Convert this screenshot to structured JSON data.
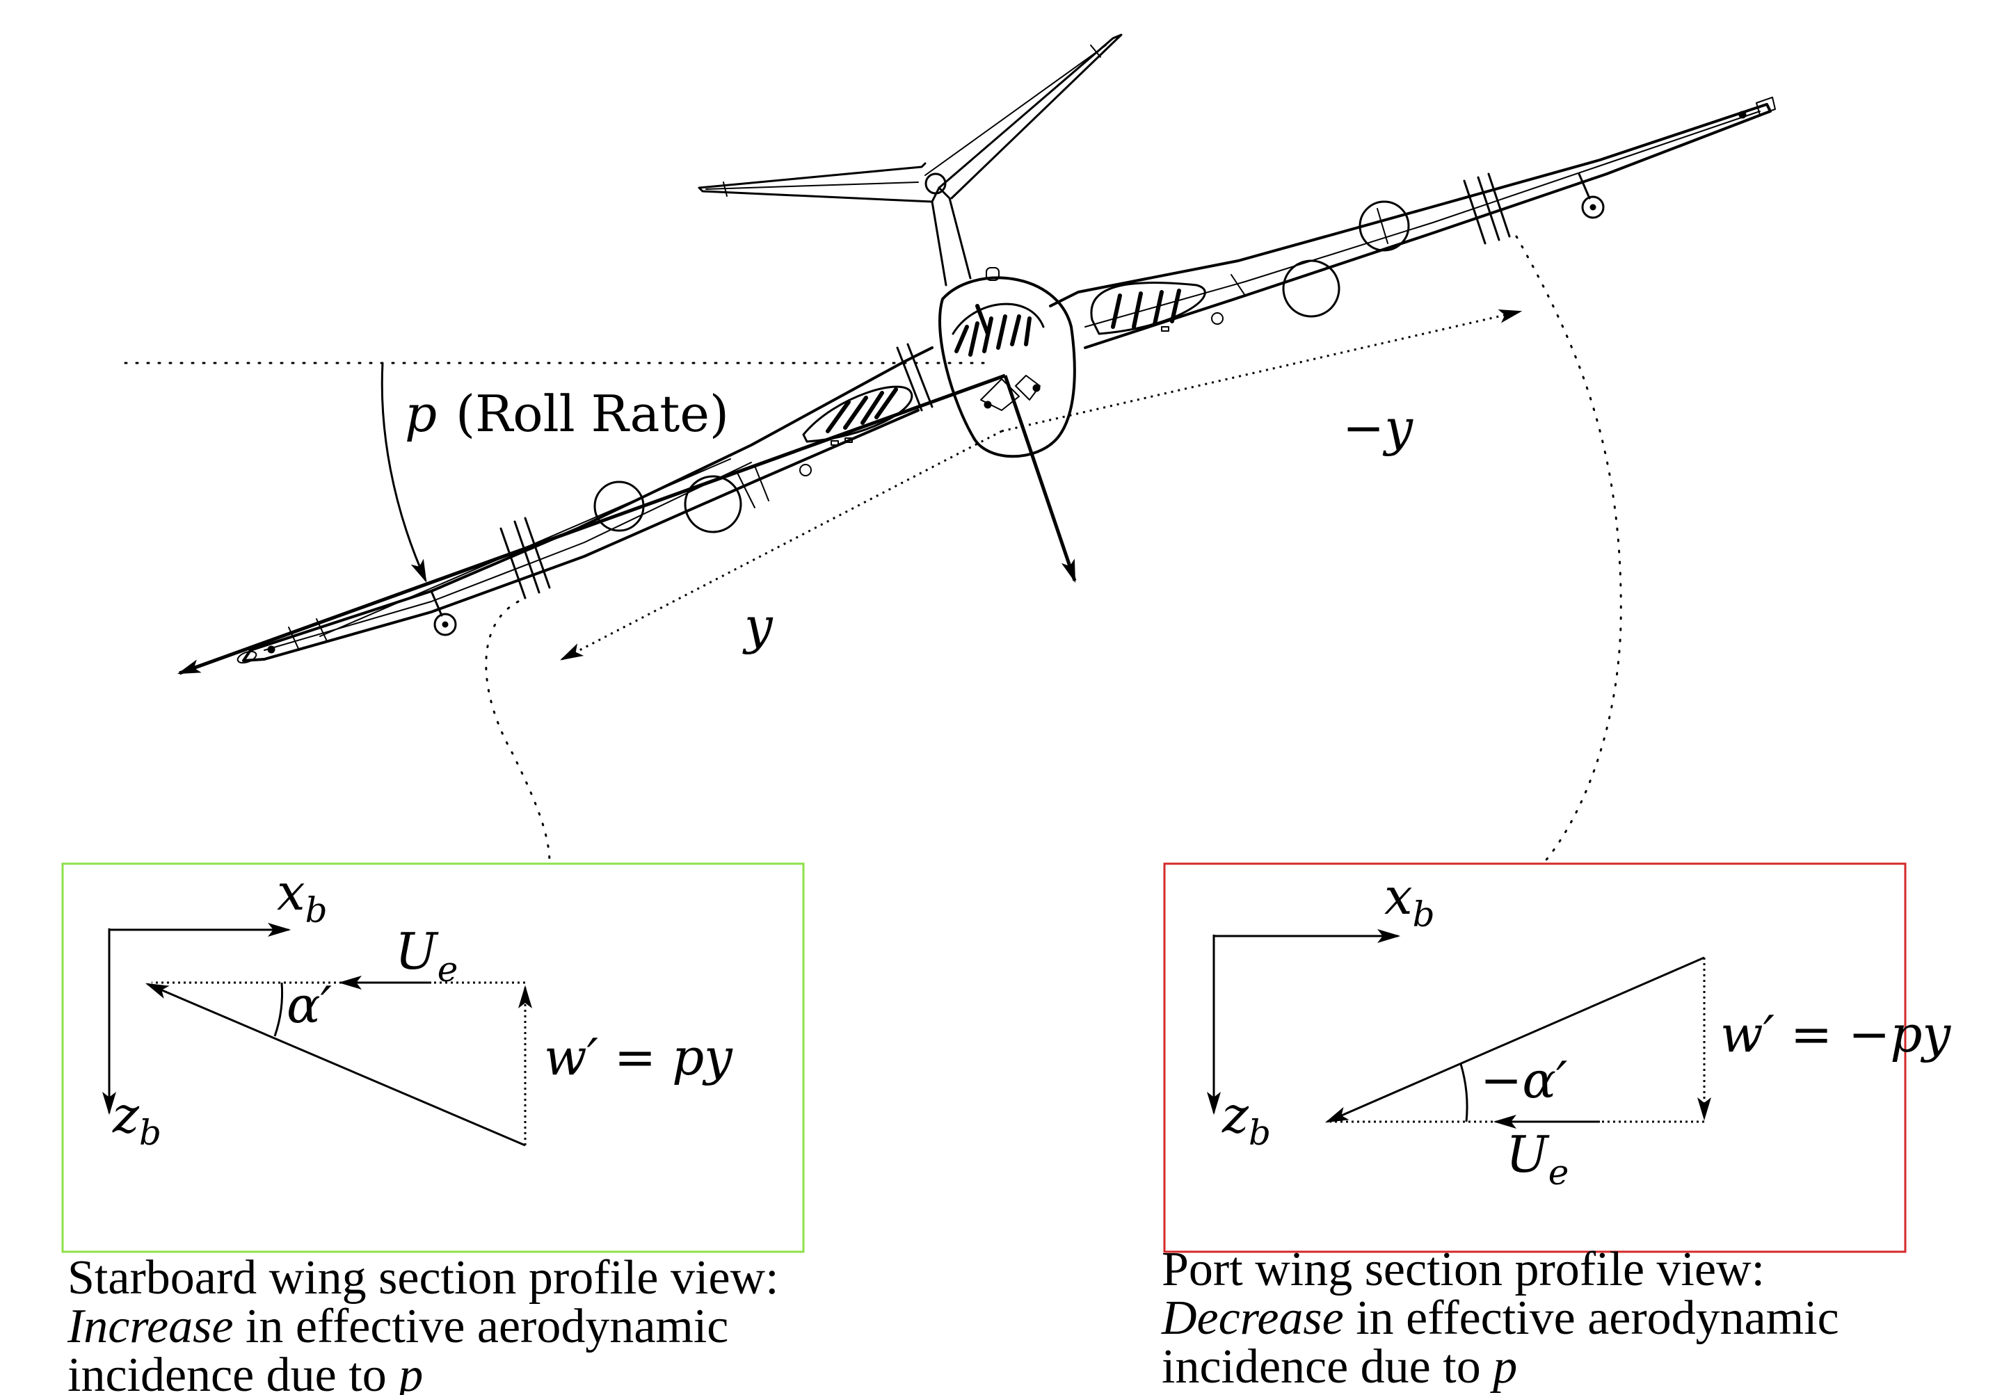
{
  "top": {
    "roll_rate_symbol": "p",
    "roll_rate_label": "(Roll Rate)",
    "y_label": "y",
    "neg_y_label": "−y"
  },
  "starboard": {
    "box_color": "#8ee04a",
    "xb": {
      "main": "x",
      "sub": "b"
    },
    "zb": {
      "main": "z",
      "sub": "b"
    },
    "Ue": {
      "main": "U",
      "sub": "e"
    },
    "alpha": "α′",
    "w_eq": "w′ = py",
    "caption_line1": "Starboard wing section profile view:",
    "caption_line2_em": "Increase",
    "caption_line2_rest": " in effective aerodynamic",
    "caption_line3": "incidence due to ",
    "caption_line3_var": "p"
  },
  "port": {
    "box_color": "#d42a2a",
    "xb": {
      "main": "x",
      "sub": "b"
    },
    "zb": {
      "main": "z",
      "sub": "b"
    },
    "Ue": {
      "main": "U",
      "sub": "e"
    },
    "alpha": "−α′",
    "w_eq": "w′ = −py",
    "caption_line1": "Port wing section profile view:",
    "caption_line2_em": "Decrease",
    "caption_line2_rest": " in effective aerodynamic",
    "caption_line3": "incidence due to ",
    "caption_line3_var": "p"
  }
}
